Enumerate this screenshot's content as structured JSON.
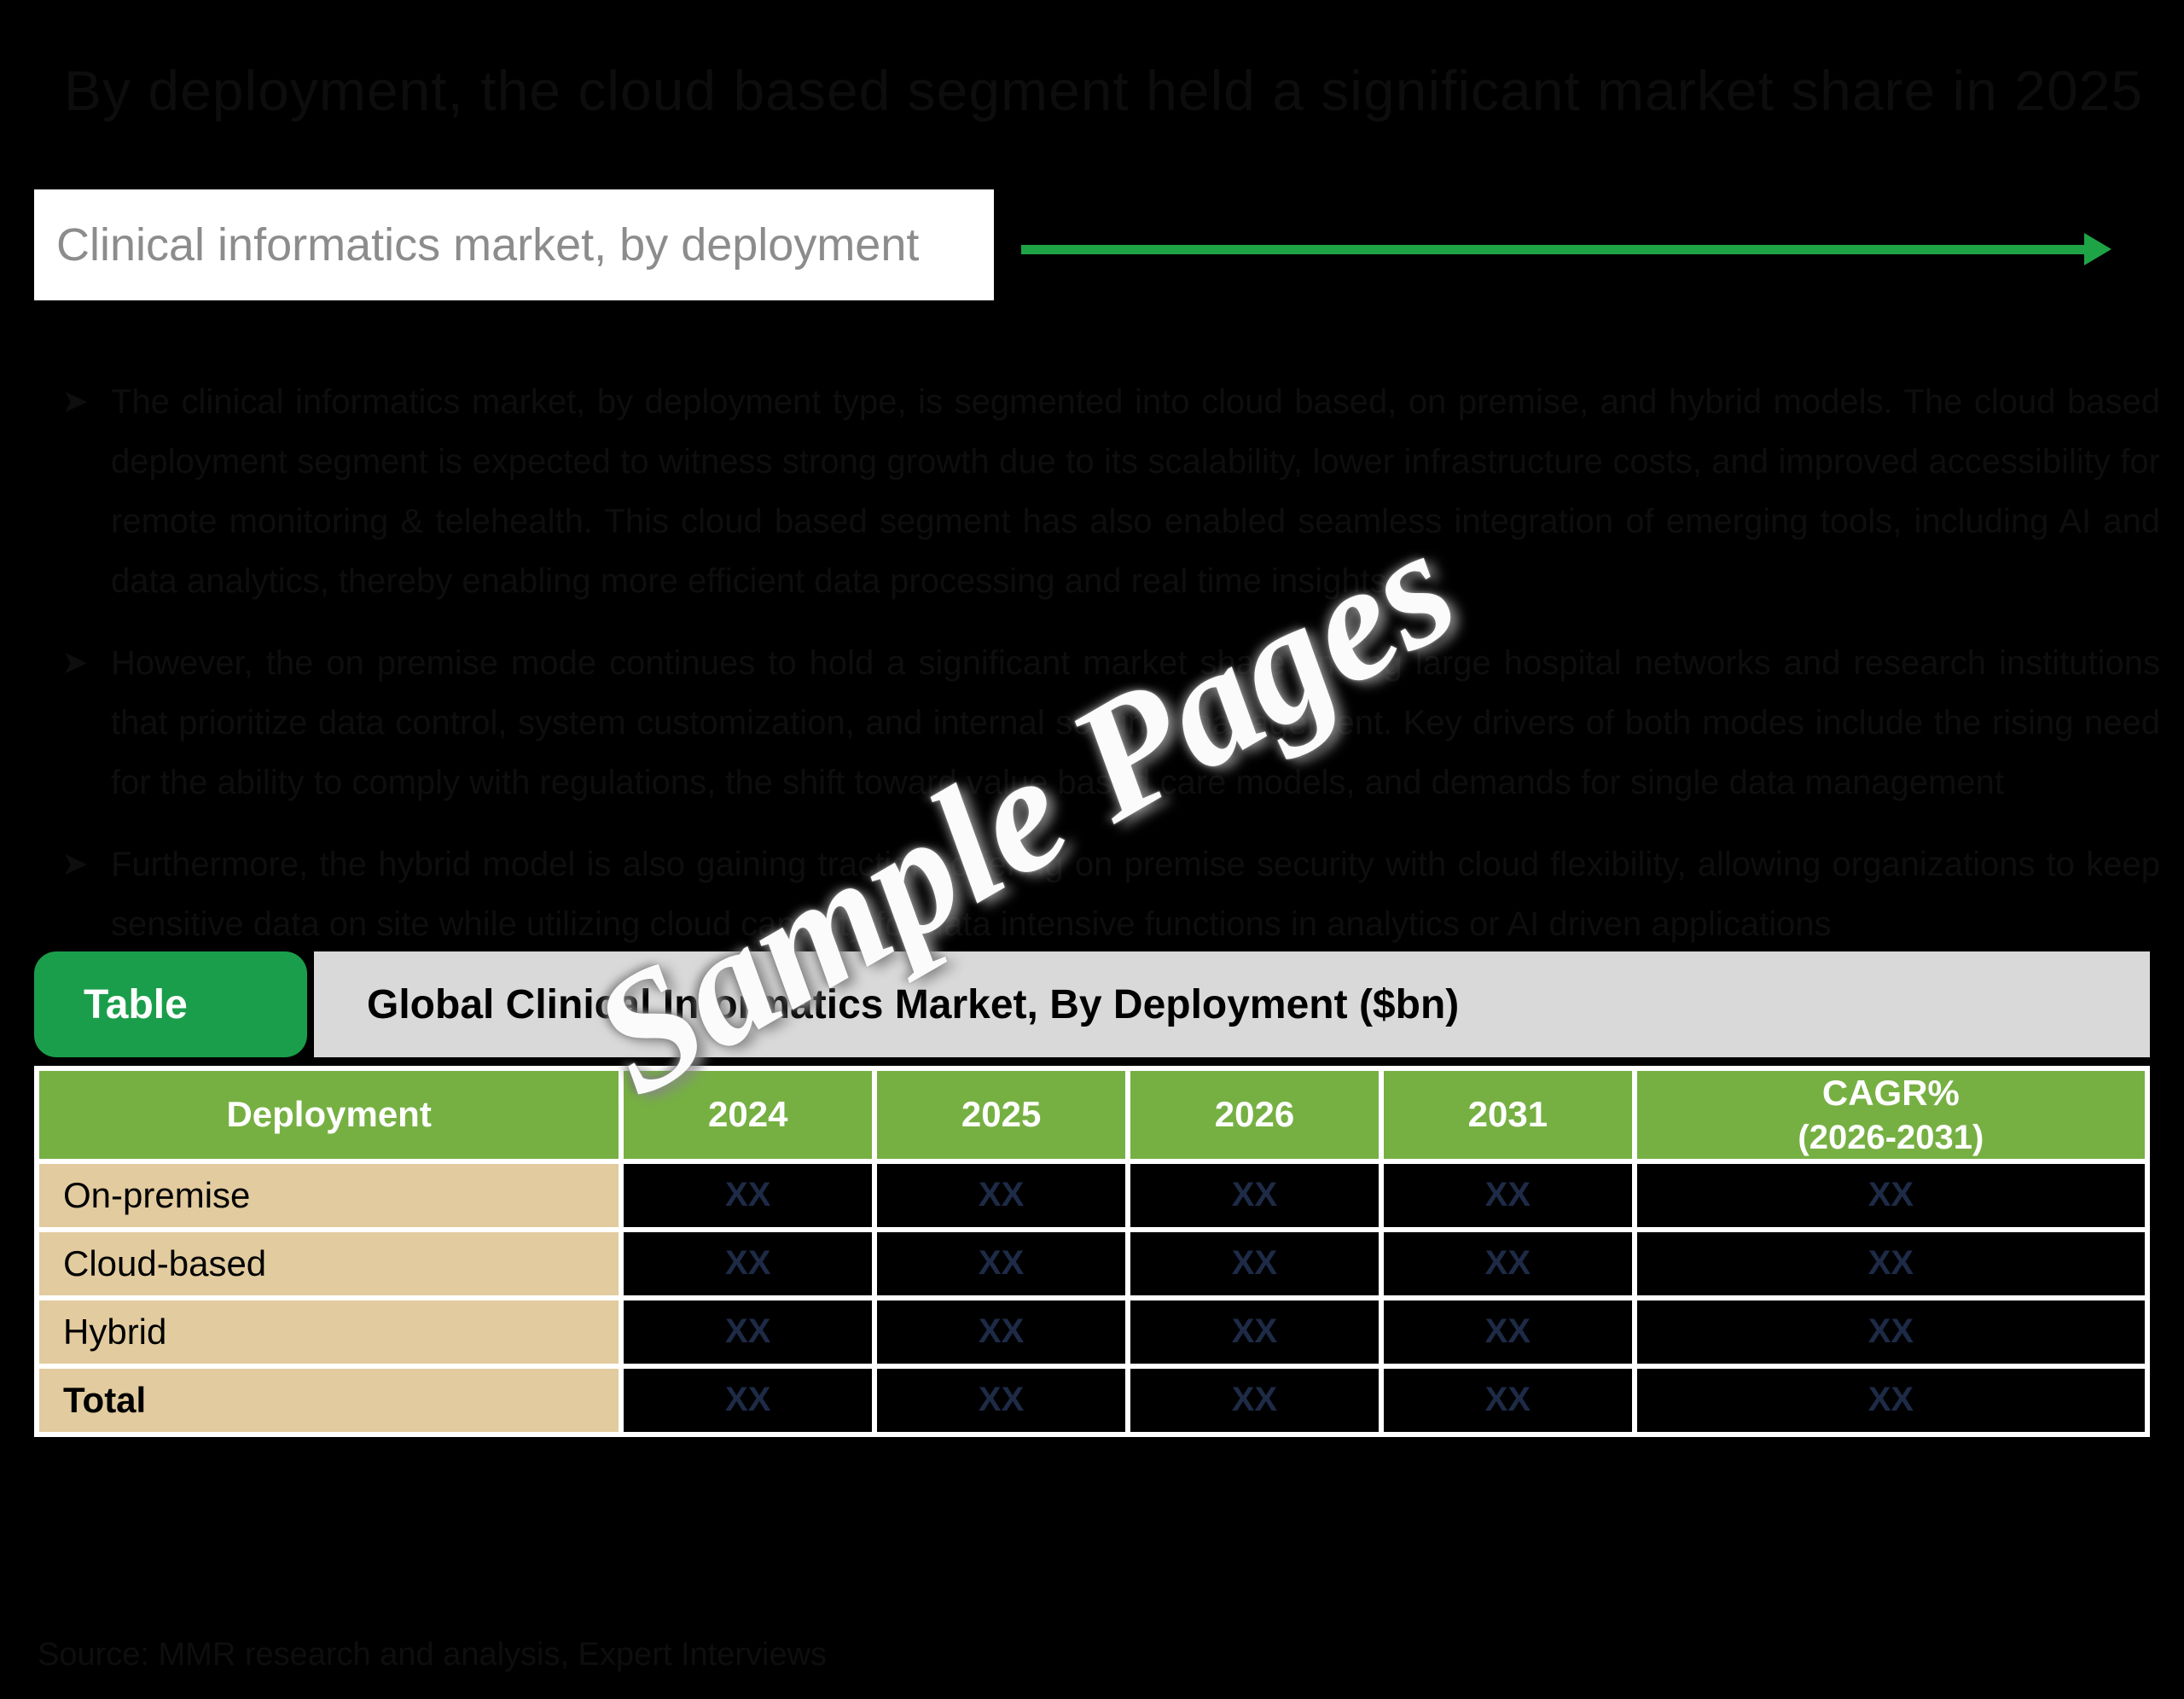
{
  "page": {
    "title": "By deployment, the cloud based segment held a significant market share in 2025",
    "banner": "Clinical informatics market, by deployment",
    "watermark": "Sample Pages",
    "source_note": "Source: MMR research and analysis, Expert Interviews"
  },
  "bullets": [
    {
      "marker": "➤",
      "text": "The clinical informatics market, by deployment type, is segmented into cloud based, on premise, and hybrid models. The cloud based deployment segment is expected to witness strong growth due to its scalability, lower infrastructure costs, and improved accessibility for remote monitoring & telehealth. This cloud based segment has also enabled seamless integration of emerging tools, including AI and data analytics, thereby enabling more efficient data processing and real time insights"
    },
    {
      "marker": "➤",
      "text": "However, the on premise mode continues to hold a significant market share among large hospital networks and research institutions that prioritize data control, system customization, and internal security management. Key drivers of both modes include the rising need for the ability to comply with regulations, the shift toward value based care models, and demands for single data management"
    },
    {
      "marker": "➤",
      "text": "Furthermore, the hybrid model is also gaining traction, offering on premise security with cloud flexibility, allowing organizations to keep sensitive data on site while utilizing cloud capacity for data intensive functions in analytics or AI driven applications"
    }
  ],
  "table": {
    "tag_label": "Table",
    "title": "Global Clinical Informatics Market, By Deployment ($bn)",
    "headers": [
      {
        "label": "Deployment"
      },
      {
        "label": "2024"
      },
      {
        "label": "2025"
      },
      {
        "label": "2026"
      },
      {
        "label": "2031"
      },
      {
        "label": "CAGR%",
        "sub": "(2026-2031)"
      }
    ],
    "rows": [
      {
        "label": "On-premise",
        "values": [
          "XX",
          "XX",
          "XX",
          "XX",
          "XX"
        ]
      },
      {
        "label": "Cloud-based",
        "values": [
          "XX",
          "XX",
          "XX",
          "XX",
          "XX"
        ]
      },
      {
        "label": "Hybrid",
        "values": [
          "XX",
          "XX",
          "XX",
          "XX",
          "XX"
        ]
      },
      {
        "label": "Total",
        "values": [
          "XX",
          "XX",
          "XX",
          "XX",
          "XX"
        ],
        "bold": true
      }
    ]
  },
  "colors": {
    "bg_black": "#000000",
    "arrow_green": "#1fa347",
    "tag_green": "#1b9e4b",
    "header_green": "#76b043",
    "titlebar_gray": "#d9d9d9",
    "row_tan": "#e2cb9e",
    "xx_navy": "#1e2b47",
    "banner_text_gray": "#8c8c8c",
    "title_dark": "#0d0d0d",
    "body_dark": "#0e0e0e",
    "banner_white": "#ffffff",
    "watermark_white": "#fbfbfb"
  }
}
